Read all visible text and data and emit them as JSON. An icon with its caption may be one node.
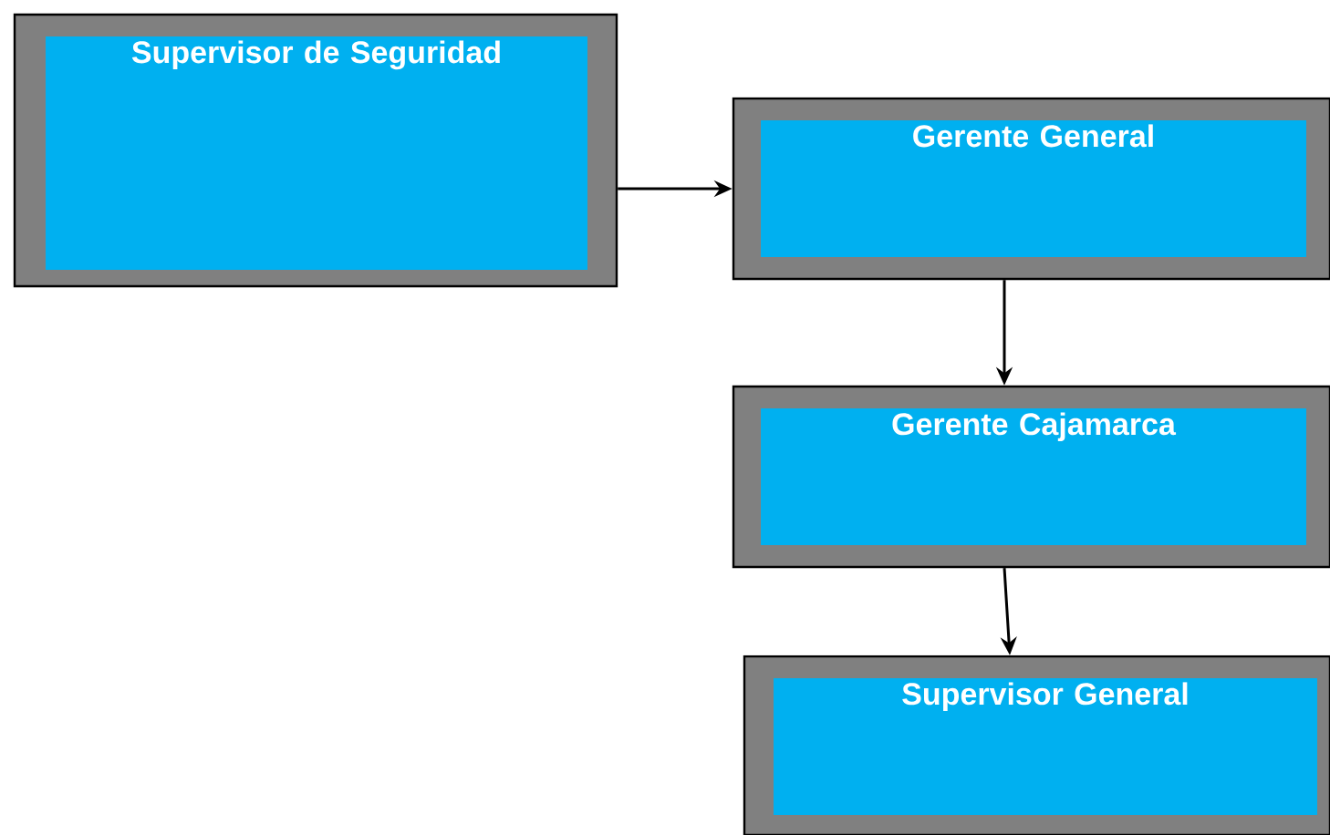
{
  "diagram": {
    "nodes": [
      {
        "text": [
          "Supervisor de Seguridad"
        ]
      },
      {
        "text": [
          "Gerente General"
        ]
      },
      {
        "text": [
          "Gerente Cajamarca"
        ]
      },
      {
        "text": [
          "Supervisor General"
        ]
      }
    ],
    "edges": [
      {
        "from": 0,
        "to": 1,
        "arrow": "to"
      },
      {
        "from": 1,
        "to": 2,
        "arrow": "to"
      },
      {
        "from": 2,
        "to": 3,
        "arrow": "to"
      }
    ]
  }
}
